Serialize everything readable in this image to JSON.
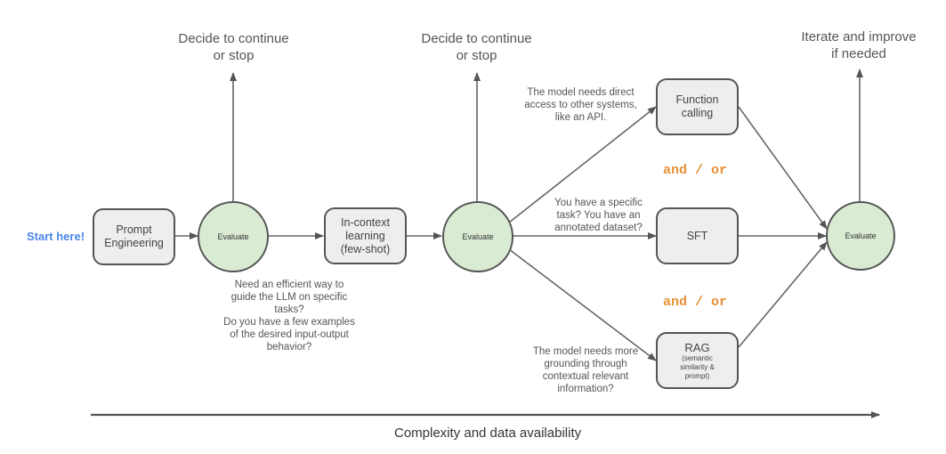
{
  "start_label": "Start here!",
  "nodes": {
    "prompt_engineering": "Prompt Engineering",
    "evaluate_1": "Evaluate",
    "in_context": "In-context learning (few-shot)",
    "evaluate_2": "Evaluate",
    "function_calling": "Function calling",
    "sft": "SFT",
    "rag_title": "RAG",
    "rag_sub": "(semantic similarity & prompt)",
    "evaluate_3": "Evaluate"
  },
  "top_labels": {
    "decide_1_line1": "Decide to continue",
    "decide_1_line2": "or stop",
    "decide_2_line1": "Decide to continue",
    "decide_2_line2": "or stop",
    "iterate_line1": "Iterate and improve",
    "iterate_line2": "if needed"
  },
  "notes": {
    "few_shot": [
      "Need an efficient way to",
      "guide the LLM on specific",
      "tasks?",
      "Do you have a few examples",
      "of the desired input-output",
      "behavior?"
    ],
    "function_calling": [
      "The model needs direct",
      "access to other systems,",
      "like an API."
    ],
    "sft": [
      "You have a specific",
      "task? You have an",
      "annotated dataset?"
    ],
    "rag": [
      "The model needs more",
      "grounding through",
      "contextual relevant",
      "information?"
    ]
  },
  "and_or_1": "and / or",
  "and_or_2": "and / or",
  "axis_label": "Complexity and data availability"
}
